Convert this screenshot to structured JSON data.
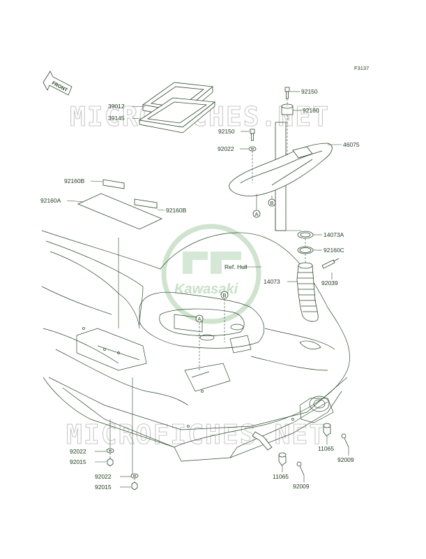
{
  "diagram_code": "F3137",
  "front_arrow": {
    "text": "FRONT"
  },
  "watermark": {
    "text": "MICROFICHES.NET"
  },
  "logo": {
    "text": "Kawasaki"
  },
  "ref_label": "Ref. Hull",
  "circle_markers": {
    "a": "A",
    "b": "B"
  },
  "parts": {
    "p39012": "39012",
    "p39145": "39145",
    "p92150_top": "92150",
    "p92160_top": "92160",
    "p92150_mid": "92150",
    "p92022_top": "92022",
    "p46075": "46075",
    "p92160B_left": "92160B",
    "p92160A": "92160A",
    "p92160B_right": "92160B",
    "p14073A": "14073A",
    "p92160C": "92160C",
    "p14073": "14073",
    "p92039": "92039",
    "p92022_l1": "92022",
    "p92015_l1": "92015",
    "p92022_l2": "92022",
    "p92015_l2": "92015",
    "p11065_right": "11065",
    "p92009_right": "92009",
    "p11065_bottom": "11065",
    "p92009_bottom": "92009"
  }
}
